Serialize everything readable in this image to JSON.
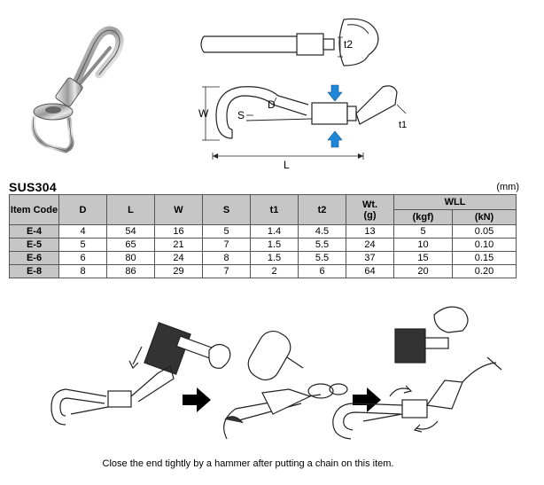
{
  "diagram": {
    "dim_labels": {
      "t2": "t2",
      "w": "W",
      "s": "S",
      "d": "D",
      "t1": "t1",
      "l": "L"
    }
  },
  "spec": {
    "material": "SUS304",
    "unit": "(mm)",
    "headers": {
      "item_code": "Item Code",
      "d": "D",
      "l": "L",
      "w": "W",
      "s": "S",
      "t1": "t1",
      "t2": "t2",
      "wt": "Wt.",
      "wt_unit": "(g)",
      "wll": "WLL",
      "wll_kgf": "(kgf)",
      "wll_kn": "(kN)"
    },
    "rows": [
      {
        "code": "E-4",
        "d": "4",
        "l": "54",
        "w": "16",
        "s": "5",
        "t1": "1.4",
        "t2": "4.5",
        "wt": "13",
        "kgf": "5",
        "kn": "0.05"
      },
      {
        "code": "E-5",
        "d": "5",
        "l": "65",
        "w": "21",
        "s": "7",
        "t1": "1.5",
        "t2": "5.5",
        "wt": "24",
        "kgf": "10",
        "kn": "0.10"
      },
      {
        "code": "E-6",
        "d": "6",
        "l": "80",
        "w": "24",
        "s": "8",
        "t1": "1.5",
        "t2": "5.5",
        "wt": "37",
        "kgf": "15",
        "kn": "0.15"
      },
      {
        "code": "E-8",
        "d": "8",
        "l": "86",
        "w": "29",
        "s": "7",
        "t1": "2",
        "t2": "6",
        "wt": "64",
        "kgf": "20",
        "kn": "0.20"
      }
    ]
  },
  "instruction": "Close the end tightly by a hammer after putting a chain on this item."
}
